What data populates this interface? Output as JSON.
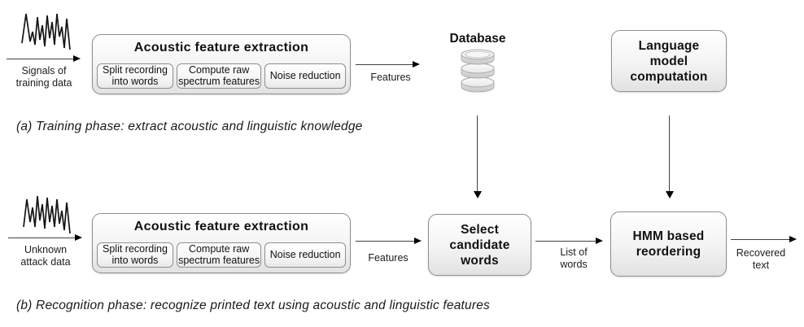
{
  "phase_a": {
    "input_label": "Signals of\ntraining data",
    "afe_title": "Acoustic feature extraction",
    "afe_steps": [
      "Split recording\ninto words",
      "Compute raw\nspectrum features",
      "Noise reduction"
    ],
    "features_label": "Features",
    "database_label": "Database",
    "language_model_label": "Language\nmodel\ncomputation",
    "caption": "(a) Training phase: extract acoustic and linguistic knowledge"
  },
  "phase_b": {
    "input_label": "Unknown\nattack data",
    "afe_title": "Acoustic feature extraction",
    "afe_steps": [
      "Split recording\ninto words",
      "Compute raw\nspectrum features",
      "Noise reduction"
    ],
    "features_label": "Features",
    "select_candidate_label": "Select\ncandidate\nwords",
    "list_of_words_label": "List of\nwords",
    "hmm_label": "HMM based\nreordering",
    "recovered_label": "Recovered\ntext",
    "caption": "(b) Recognition phase: recognize printed text using acoustic and linguistic features"
  },
  "icons": {
    "waveform_a": "waveform-icon",
    "waveform_b": "waveform-icon",
    "database": "database-cylinder-icon"
  },
  "colors": {
    "background": "#ffffff",
    "box_border": "#8f8f8f",
    "box_fill_top": "#ffffff",
    "box_fill_bottom": "#e2e2e2",
    "arrow_line": "#3f3f3f",
    "arrowhead": "#000000",
    "text": "#111111"
  }
}
